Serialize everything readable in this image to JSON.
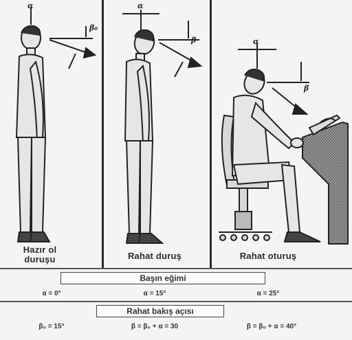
{
  "panels": [
    {
      "label": "Hazır ol duruşu"
    },
    {
      "label": "Rahat duruş"
    },
    {
      "label": "Rahat oturuş"
    }
  ],
  "angle_symbols": {
    "alpha": "α",
    "beta": "β",
    "beta_zero": "β₀"
  },
  "head_bend": {
    "title": "Başın eğimi",
    "values": [
      "α = 0°",
      "α = 15°",
      "α = 25°"
    ]
  },
  "gaze": {
    "title": "Rahat bakış açısı",
    "values": [
      "β₀ = 15°",
      "β = β₀ + α = 30",
      "β = β₀ + α = 40°"
    ]
  }
}
